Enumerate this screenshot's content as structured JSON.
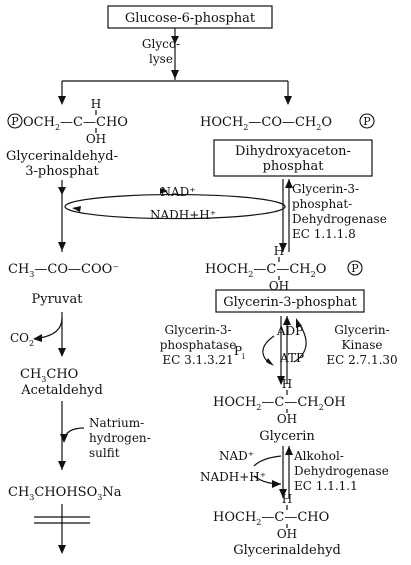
{
  "top_box": "Glucose-6-phosphat",
  "glycolysis": [
    "Glyco-",
    "lyse"
  ],
  "gap": {
    "formula": [
      "OCH",
      "2",
      "—C—CHO"
    ],
    "h": "H",
    "oh": "OH",
    "p": "P",
    "name": [
      "Glycerinaldehyd-",
      "3-phosphat"
    ]
  },
  "dhap": {
    "formula": [
      "HOCH",
      "2",
      "—CO—CH",
      "2",
      "O"
    ],
    "p": "P",
    "box": [
      "Dihydroxyaceton-",
      "phosphat"
    ]
  },
  "nad_cycle": {
    "nad": "NAD⁺",
    "nadh": "NADH+H⁺"
  },
  "g3pdh": [
    "Glycerin-3-",
    "phosphat-",
    "Dehydrogenase",
    "EC 1.1.1.8"
  ],
  "pyruvate": {
    "formula": [
      "CH",
      "3",
      "—CO—COO⁻"
    ],
    "name": "Pyruvat",
    "co2": [
      "CO",
      "2"
    ],
    "acetaldehyde_formula": [
      "CH",
      "3",
      "CHO"
    ],
    "acetaldehyde_name": "Acetaldehyd",
    "bisulfite": [
      "Natrium-",
      "hydrogen-",
      "sulfit"
    ],
    "adduct": [
      "CH",
      "3",
      "CHOHSO",
      "3",
      "Na"
    ]
  },
  "g3p": {
    "formula": [
      "HOCH",
      "2",
      "—C—CH",
      "2",
      "O"
    ],
    "h": "H",
    "oh": "OH",
    "p": "P",
    "box": "Glycerin-3-phosphat"
  },
  "phosphatase": [
    "Glycerin-3-",
    "phosphatase",
    "EC 3.1.3.21"
  ],
  "kinase": [
    "Glycerin-",
    "Kinase",
    "EC 2.7.1.30"
  ],
  "atp_cycle": {
    "adp": "ADP",
    "pi": "P",
    "pi_sub": "i",
    "atp": "ATP"
  },
  "glycerol": {
    "formula": [
      "HOCH",
      "2",
      "—C—CH",
      "2",
      "OH"
    ],
    "h": "H",
    "oh": "OH",
    "name": "Glycerin"
  },
  "adh_cycle": {
    "nad": "NAD⁺",
    "nadh": "NADH+H⁺"
  },
  "adh": [
    "Alkohol-",
    "Dehydrogenase",
    "EC 1.1.1.1"
  ],
  "glyceraldehyde": {
    "formula": [
      "HOCH",
      "2",
      "—C—CHO"
    ],
    "h": "H",
    "oh": "OH",
    "name": "Glycerinaldehyd"
  }
}
